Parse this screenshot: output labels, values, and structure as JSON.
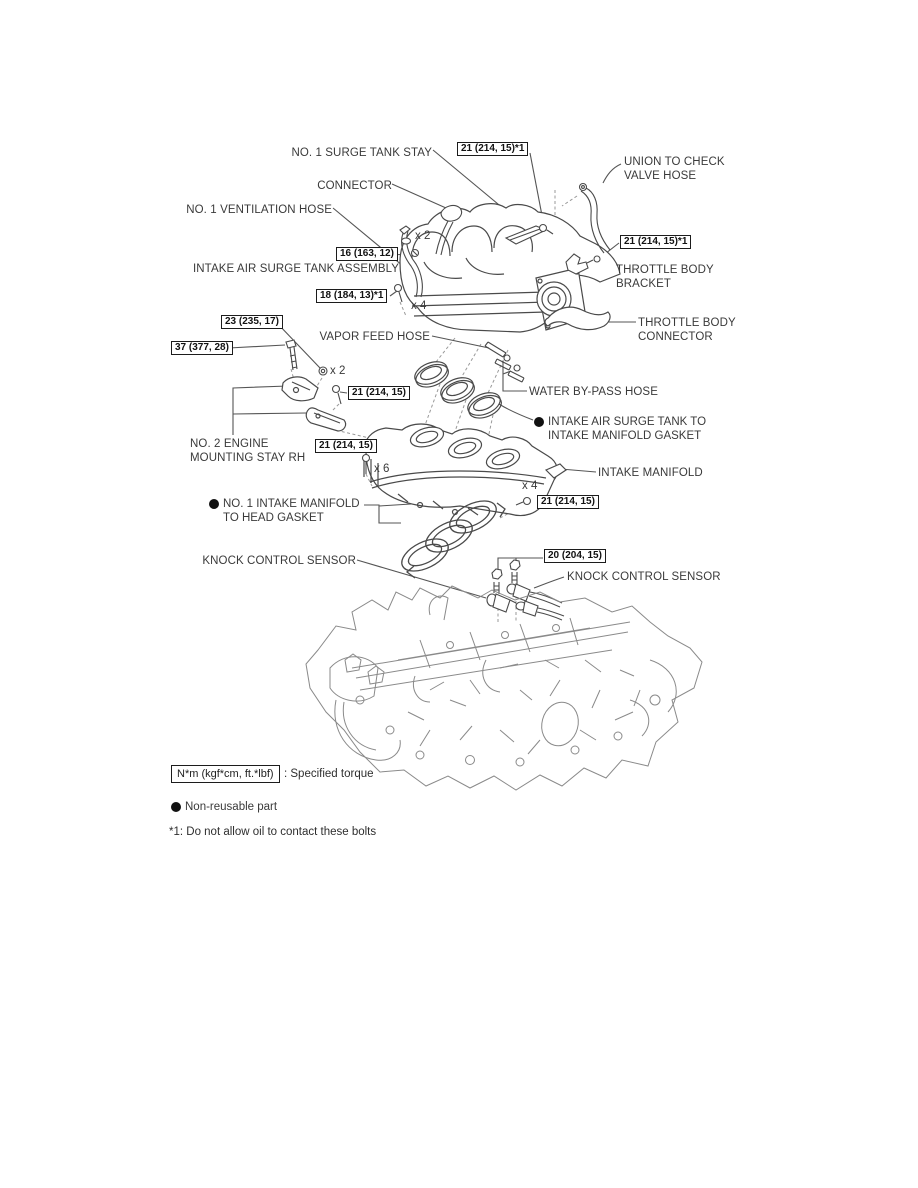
{
  "labels": {
    "surge_tank_stay": "NO. 1 SURGE TANK STAY",
    "connector": "CONNECTOR",
    "ventilation_hose": "NO. 1 VENTILATION HOSE",
    "surge_tank_assembly": "INTAKE AIR SURGE TANK ASSEMBLY",
    "union_check_valve": "UNION TO CHECK\nVALVE HOSE",
    "throttle_body_bracket": "THROTTLE BODY\nBRACKET",
    "throttle_body_connector": "THROTTLE BODY\nCONNECTOR",
    "vapor_feed_hose": "VAPOR FEED HOSE",
    "water_bypass_hose": "WATER BY-PASS HOSE",
    "surge_to_manifold_gasket": "INTAKE AIR SURGE TANK TO\nINTAKE MANIFOLD GASKET",
    "no2_engine_mounting_stay": "NO. 2 ENGINE\nMOUNTING STAY RH",
    "intake_manifold": "INTAKE MANIFOLD",
    "no1_manifold_head_gasket": "NO. 1 INTAKE MANIFOLD\nTO HEAD GASKET",
    "knock_sensor_left": "KNOCK CONTROL SENSOR",
    "knock_sensor_right": "KNOCK CONTROL SENSOR"
  },
  "torques": {
    "t21_star_top": "21 (214, 15)*1",
    "t21_star_right": "21 (214, 15)*1",
    "t16": "16 (163, 12)",
    "t18": "18 (184, 13)*1",
    "t23": "23 (235, 17)",
    "t37": "37 (377, 28)",
    "t21_a": "21 (214, 15)",
    "t21_b": "21 (214, 15)",
    "t21_c": "21 (214, 15)",
    "t20": "20 (204, 15)"
  },
  "multipliers": {
    "m2_top": "x 2",
    "m4_top": "x 4",
    "m2_mid": "x 2",
    "m6": "x 6",
    "m4_right": "x 4"
  },
  "legend": {
    "torque_unit": "N*m (kgf*cm, ft.*lbf)",
    "torque_desc": ": Specified torque",
    "non_reusable": "Non-reusable part",
    "note1": "*1: Do not allow oil to contact these bolts"
  },
  "colors": {
    "part_line": "#4a4a4a",
    "engine_line": "#8a8a8a",
    "leader_line": "#555555",
    "dashed_line": "#999999",
    "text": "#3a3a3a"
  }
}
